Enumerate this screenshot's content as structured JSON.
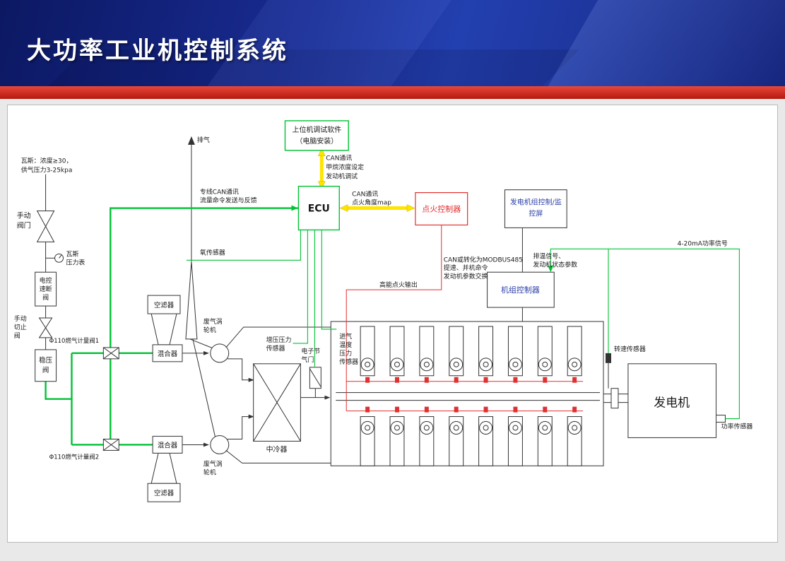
{
  "header": {
    "title": "大功率工业机控制系统"
  },
  "labels": {
    "pc_software": [
      "上位机调试软件",
      "（电脑安装）"
    ],
    "can_v": [
      "CAN通讯",
      "甲烷浓度设定",
      "发动机调试"
    ],
    "ecu": "ECU",
    "can_h": [
      "CAN通讯",
      "点火角度map"
    ],
    "ignition": "点火控制器",
    "panel": [
      "发电机组控制/监",
      "控屏"
    ],
    "unit_ctrl": "机组控制器",
    "exh_signal": [
      "排温信号、",
      "发动机状态参数"
    ],
    "can_modbus": [
      "CAN或转化为MODBUS485",
      "提速、并机命令",
      "发动机参数交换"
    ],
    "power_signal": "4-20mA功率信号",
    "gas_note": [
      "瓦斯：浓度≥30，",
      "供气压力3-25kpa"
    ],
    "manual_valve": [
      "手动",
      "阀门"
    ],
    "gauge": [
      "瓦斯",
      "压力表"
    ],
    "solenoid": [
      "电控",
      "速断",
      "阀"
    ],
    "cutoff": [
      "手动",
      "切止",
      "阀"
    ],
    "regulator": [
      "稳压",
      "阀"
    ],
    "meter1": "Φ110燃气计量阀1",
    "meter2": "Φ110燃气计量阀2",
    "mixer": "混合器",
    "filter": "空滤器",
    "turbo": [
      "废气涡",
      "轮机"
    ],
    "exhaust": "排气",
    "o2": "氧传感器",
    "ded_can": [
      "专线CAN通讯",
      "流量命令发送与反馈"
    ],
    "boost": [
      "增压压力",
      "传感器"
    ],
    "throttle": [
      "电子节",
      "气门"
    ],
    "intercooler": "中冷器",
    "intake": [
      "进气",
      "温度",
      "压力",
      "传感器"
    ],
    "ign_out": "高能点火输出",
    "speed": "转速传感器",
    "generator": "发电机",
    "power_sensor": "功率传感器"
  },
  "colors": {
    "green": "#00c233",
    "yellow": "#ffe400",
    "red": "#e03030"
  }
}
